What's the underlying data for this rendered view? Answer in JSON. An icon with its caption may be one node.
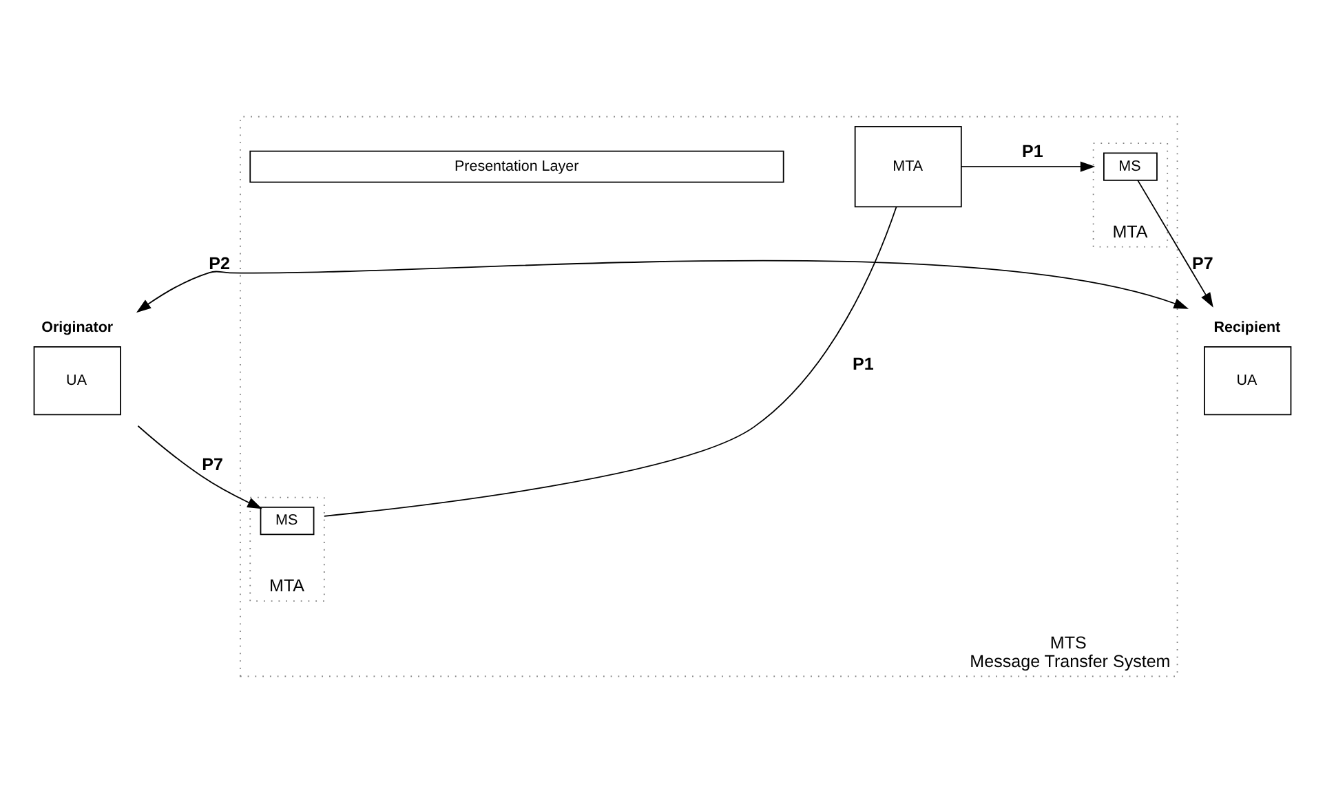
{
  "diagram": {
    "nodes": [
      {
        "text": [
          "Originator",
          "UA"
        ]
      },
      {
        "text": [
          "Recipient",
          "UA"
        ]
      },
      {
        "text": [
          "MTS",
          "Message Transfer System"
        ]
      },
      {
        "text": [
          "MTA"
        ],
        "in": 2
      },
      {
        "text": [
          "MS"
        ],
        "in": 3
      },
      {
        "text": [
          "MTA"
        ],
        "in": 2
      },
      {
        "text": [
          "MTA"
        ],
        "in": 2
      },
      {
        "text": [
          "MS"
        ],
        "in": 6
      },
      {
        "text": [
          "Presentation Layer"
        ],
        "in": 2
      }
    ],
    "edges": [
      {
        "from": 0,
        "to": 1,
        "arrow": "both",
        "label": "P2"
      },
      {
        "from": 0,
        "to": 4,
        "arrow": "to",
        "label": "P7"
      },
      {
        "from": 7,
        "to": 1,
        "arrow": "to",
        "label": "P7"
      },
      {
        "from": 3,
        "to": 5,
        "arrow": "none",
        "label": "P1"
      },
      {
        "from": 5,
        "to": 6,
        "arrow": "to",
        "label": "P1"
      }
    ]
  }
}
